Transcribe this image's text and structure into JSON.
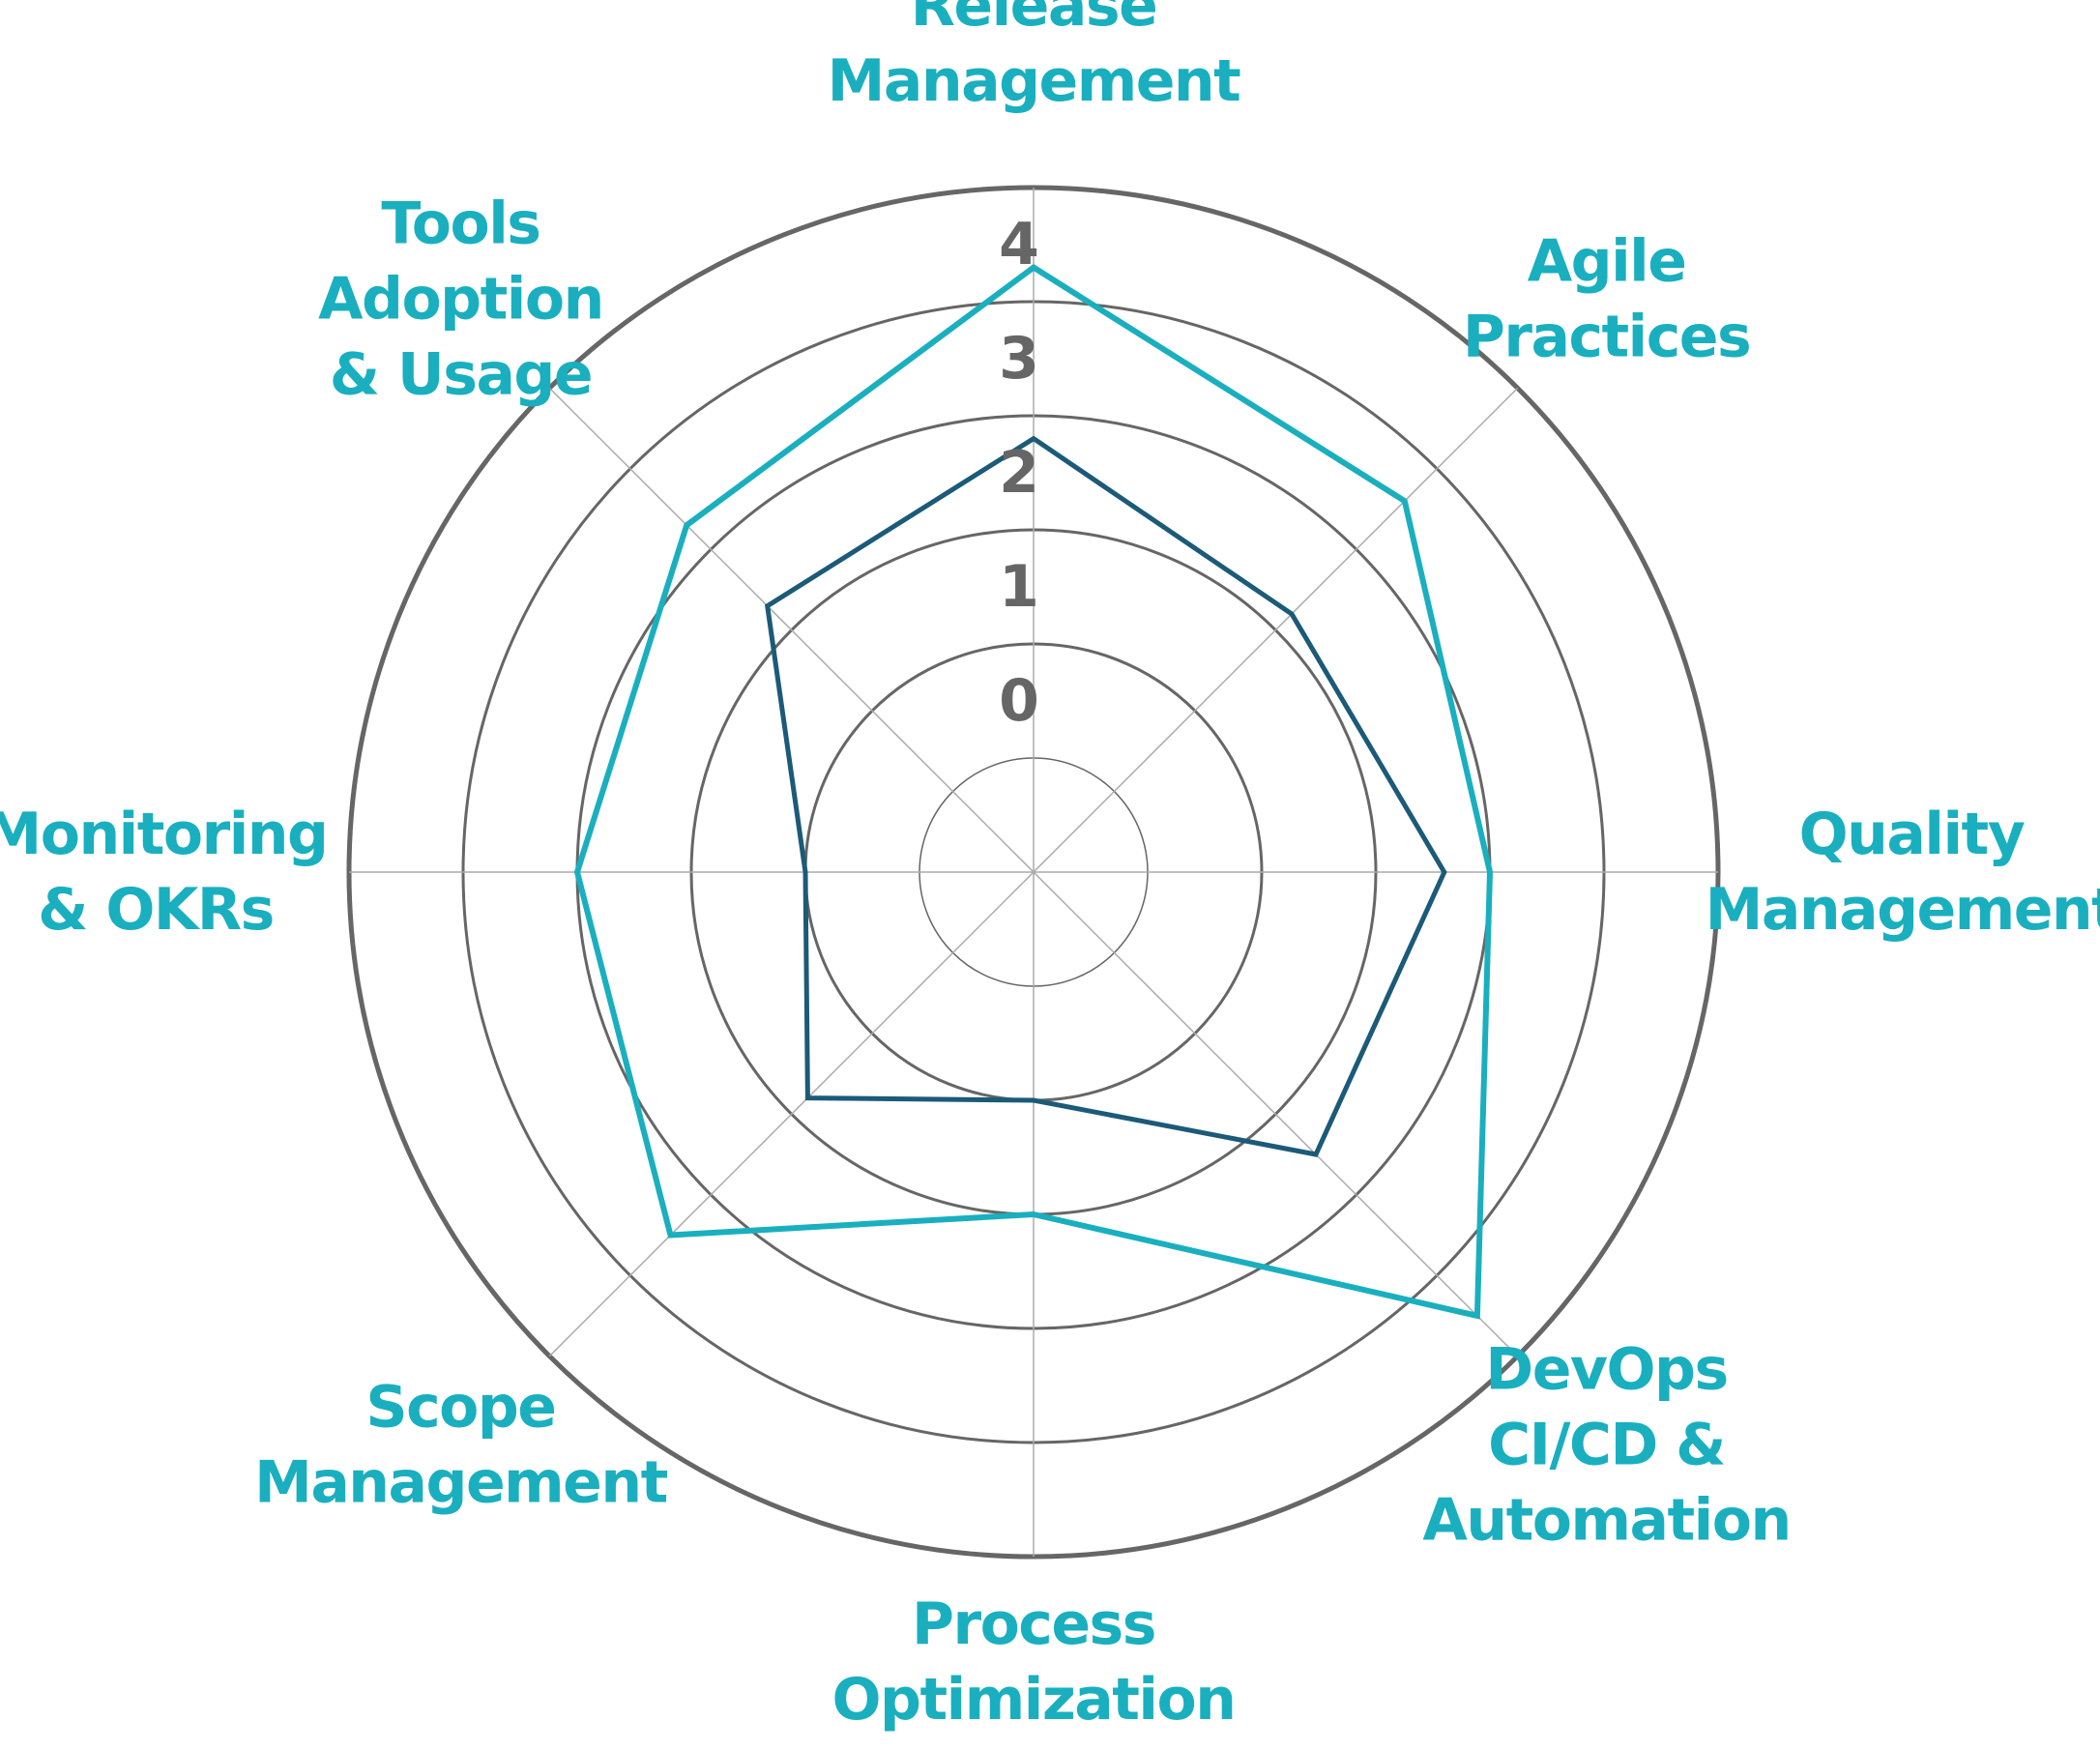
{
  "chart_data": {
    "type": "radar",
    "axes": [
      {
        "lines": [
          "Release",
          "Management"
        ]
      },
      {
        "lines": [
          "Agile",
          "Practices"
        ]
      },
      {
        "lines": [
          "Quality",
          "Management"
        ]
      },
      {
        "lines": [
          "DevOps",
          "CI/CD &",
          "Automation"
        ]
      },
      {
        "lines": [
          "Process",
          "Optimization"
        ]
      },
      {
        "lines": [
          "Scope",
          "Management"
        ]
      },
      {
        "lines": [
          "Monitoring",
          "& OKRs"
        ]
      },
      {
        "lines": [
          "Tools",
          "Adoption",
          "& Usage"
        ]
      }
    ],
    "ticks": [
      "0",
      "1",
      "2",
      "3",
      "4"
    ],
    "range": [
      -1,
      5
    ],
    "series": [
      {
        "color": "#1aafbf",
        "values": [
          4.3,
          3.6,
          3.0,
          4.5,
          2.0,
          3.5,
          3.0,
          3.3
        ]
      },
      {
        "color": "#1b5a78",
        "values": [
          2.8,
          2.2,
          2.6,
          2.5,
          1.0,
          1.8,
          1.0,
          2.3
        ]
      }
    ],
    "label_color": "#1aafbf",
    "tick_color": "#666666",
    "ring_color": "#666666",
    "spoke_color": "#aaaaaa"
  }
}
